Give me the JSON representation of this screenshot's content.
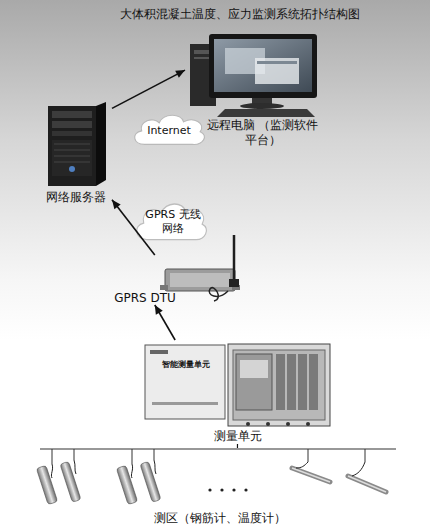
{
  "diagram": {
    "title": "大体积混凝土温度、应力监测系统拓扑结构图",
    "nodes": [
      {
        "text": [
          "远程电脑 （监测软件平台）"
        ]
      },
      {
        "text": [
          "网络服务器"
        ]
      },
      {
        "text": [
          "Internet"
        ]
      },
      {
        "text": [
          "GPRS 无线网络"
        ]
      },
      {
        "text": [
          "GPRS DTU"
        ]
      },
      {
        "text": [
          "测量单元"
        ]
      },
      {
        "text": [
          "测区（钢筋计、温度计）"
        ]
      }
    ],
    "edges": [
      {
        "from": 1,
        "to": 0,
        "arrow": "to"
      },
      {
        "from": 4,
        "to": 1,
        "arrow": "to"
      },
      {
        "from": 5,
        "to": 4,
        "arrow": "to"
      },
      {
        "from": 5,
        "to": 6,
        "arrow": "none"
      }
    ],
    "labels": [
      "智能测量单元"
    ]
  }
}
